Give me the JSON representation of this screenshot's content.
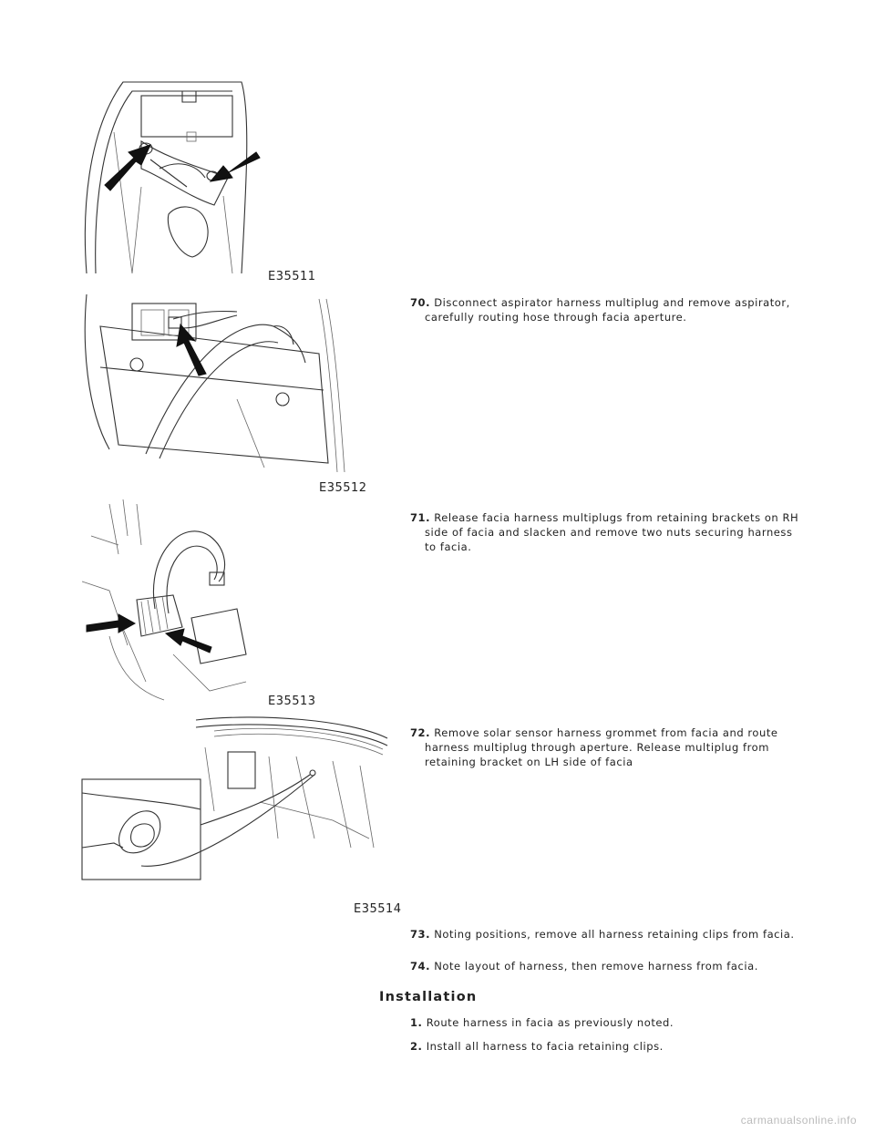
{
  "figures": [
    {
      "code": "E35511"
    },
    {
      "code": "E35512"
    },
    {
      "code": "E35513"
    },
    {
      "code": "E35514"
    }
  ],
  "removal_steps": [
    {
      "number": "70.",
      "text": "Disconnect aspirator harness multiplug and remove aspirator, carefully routing hose through facia aperture."
    },
    {
      "number": "71.",
      "text": "Release facia harness multiplugs from retaining brackets on RH side of facia and slacken and remove two nuts securing harness to facia."
    },
    {
      "number": "72.",
      "text": "Remove solar sensor harness grommet from facia and route harness multiplug through aperture. Release multiplug from retaining bracket on LH side of facia"
    },
    {
      "number": "73.",
      "text": "Noting positions, remove all harness retaining clips from facia."
    },
    {
      "number": "74.",
      "text": "Note layout of harness, then remove harness from facia."
    }
  ],
  "installation": {
    "title": "Installation",
    "steps": [
      {
        "number": "1.",
        "text": "Route harness in facia as previously noted."
      },
      {
        "number": "2.",
        "text": "Install all harness to facia retaining clips."
      }
    ]
  },
  "watermark": "carmanualsonline.info"
}
